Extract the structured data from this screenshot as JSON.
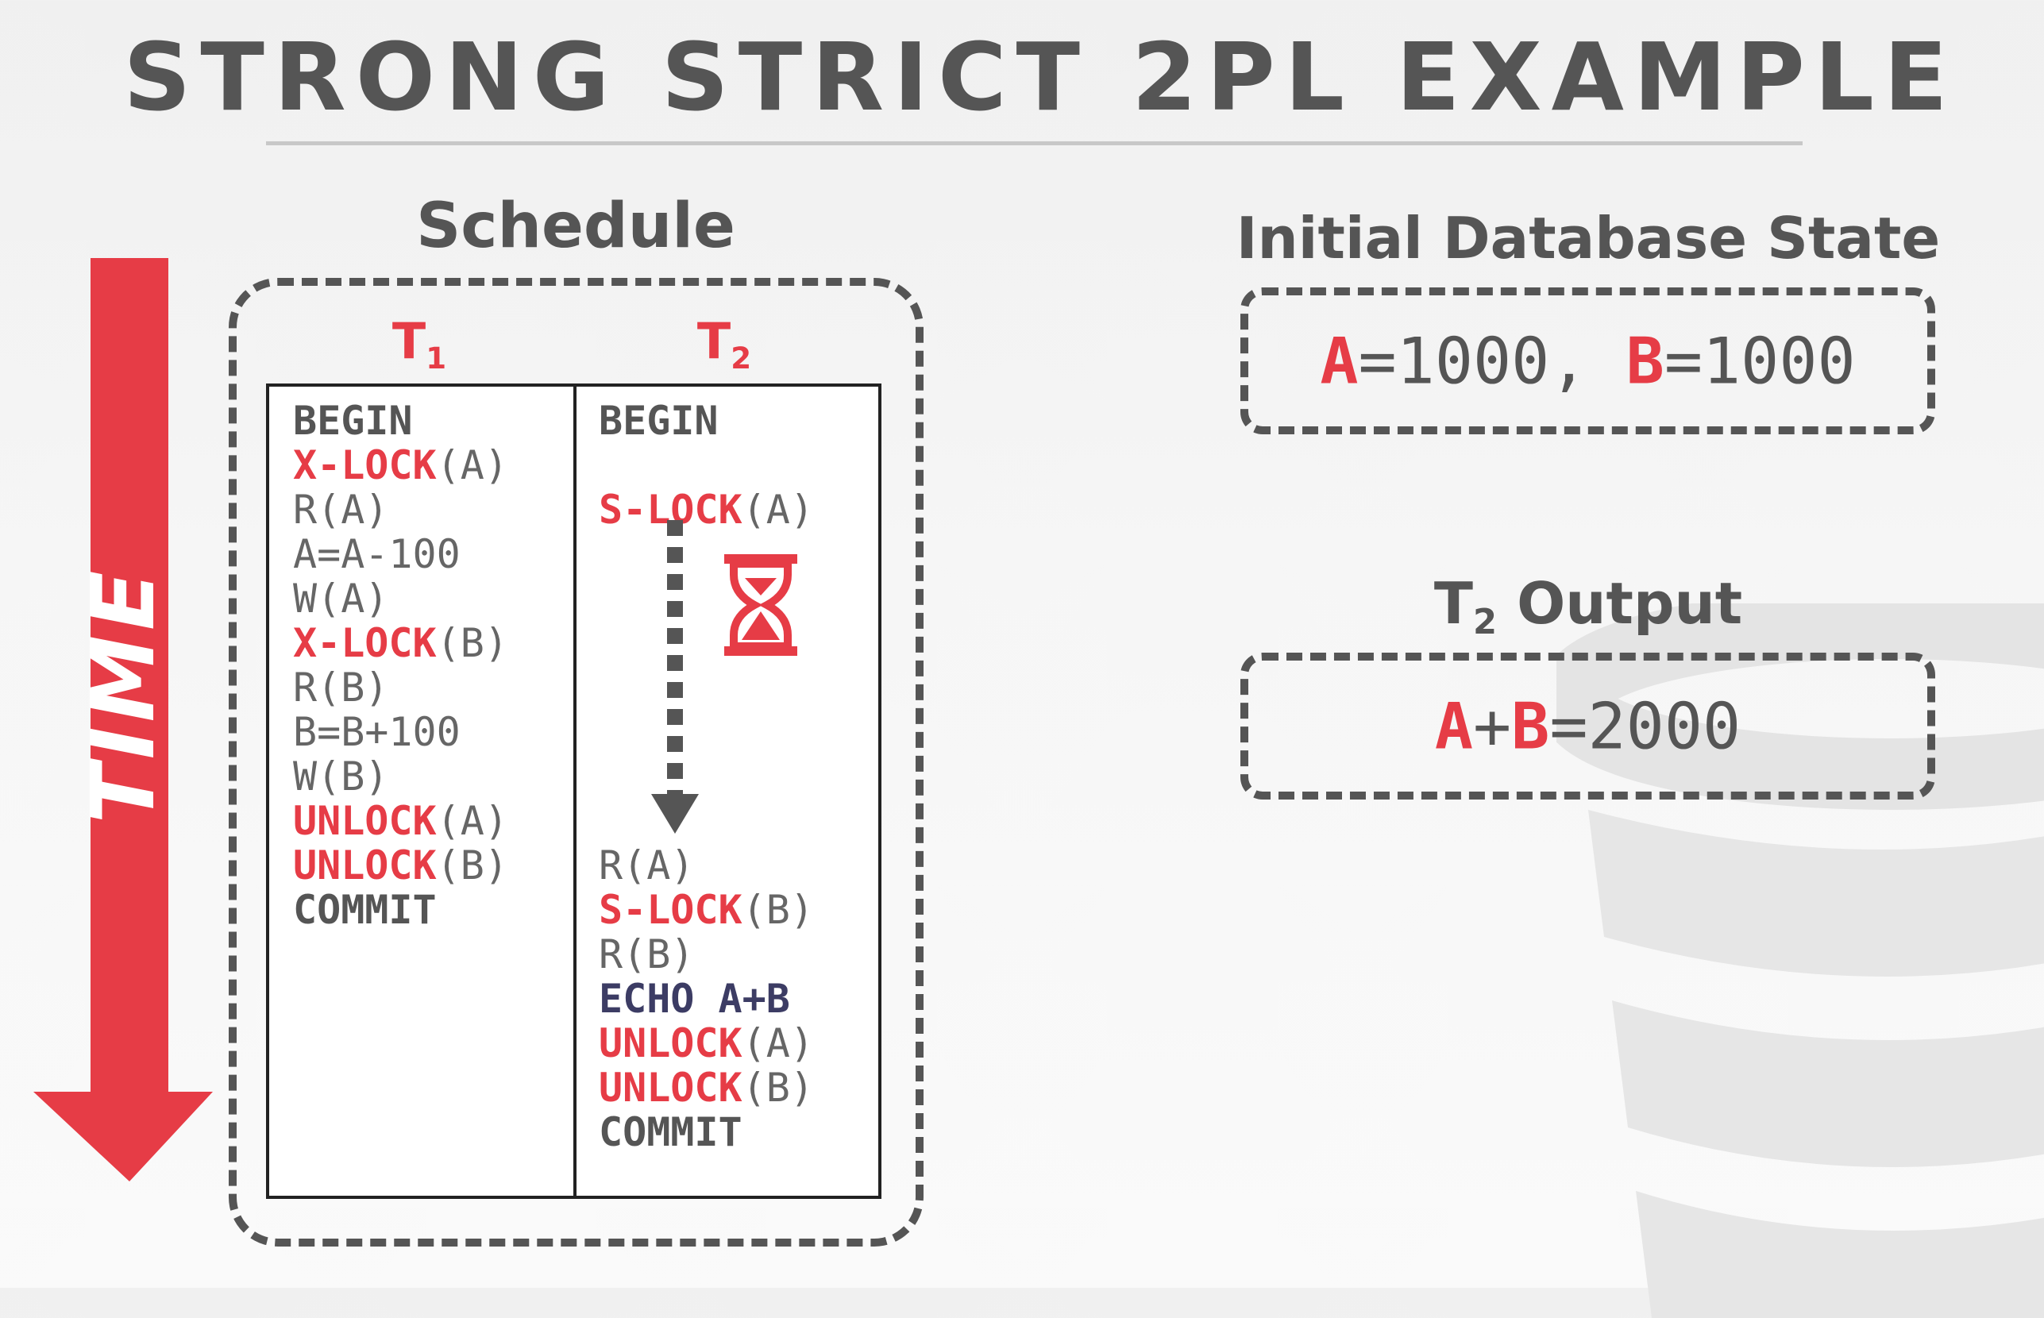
{
  "title": "STRONG STRICT 2PL EXAMPLE",
  "time_label": "TIME",
  "schedule": {
    "heading": "Schedule",
    "t1_label": "T",
    "t1_sub": "1",
    "t2_label": "T",
    "t2_sub": "2",
    "t1_ops": [
      {
        "kw": "BEGIN",
        "arg": ""
      },
      {
        "kw": "X-LOCK",
        "arg": "(A)"
      },
      {
        "kw": "",
        "arg": "R(A)"
      },
      {
        "kw": "",
        "arg": "A=A-100"
      },
      {
        "kw": "",
        "arg": "W(A)"
      },
      {
        "kw": "X-LOCK",
        "arg": "(B)"
      },
      {
        "kw": "",
        "arg": "R(B)"
      },
      {
        "kw": "",
        "arg": "B=B+100"
      },
      {
        "kw": "",
        "arg": "W(B)"
      },
      {
        "kw": "UNLOCK",
        "arg": "(A)"
      },
      {
        "kw": "UNLOCK",
        "arg": "(B)"
      },
      {
        "kw": "COMMIT",
        "arg": ""
      }
    ],
    "t2_ops": [
      {
        "kw": "BEGIN",
        "arg": ""
      },
      {
        "kw": "S-LOCK",
        "arg": "(A)"
      },
      {
        "kw": "",
        "arg": "R(A)"
      },
      {
        "kw": "S-LOCK",
        "arg": "(B)"
      },
      {
        "kw": "",
        "arg": "R(B)"
      },
      {
        "kw": "ECHO A+B",
        "arg": ""
      },
      {
        "kw": "UNLOCK",
        "arg": "(A)"
      },
      {
        "kw": "UNLOCK",
        "arg": "(B)"
      },
      {
        "kw": "COMMIT",
        "arg": ""
      }
    ]
  },
  "initial_db": {
    "heading": "Initial Database State",
    "a_name": "A",
    "a_rest": "=1000,",
    "b_name": "B",
    "b_rest": "=1000"
  },
  "t2_output": {
    "heading_main": "T",
    "heading_sub": "2",
    "heading_rest": " Output",
    "a_name": "A",
    "plus": "+",
    "b_name": "B",
    "rest": "=2000"
  },
  "icons": {
    "wait": "hourglass-icon",
    "blocked_arrow": "dotted-down-arrow-icon",
    "time_arrow": "down-arrow-icon",
    "watermark": "database-icon"
  },
  "colors": {
    "accent_red": "#e63c46",
    "text_gray": "#555555",
    "echo_navy": "#3c3c64",
    "background": "#f2f2f2"
  }
}
